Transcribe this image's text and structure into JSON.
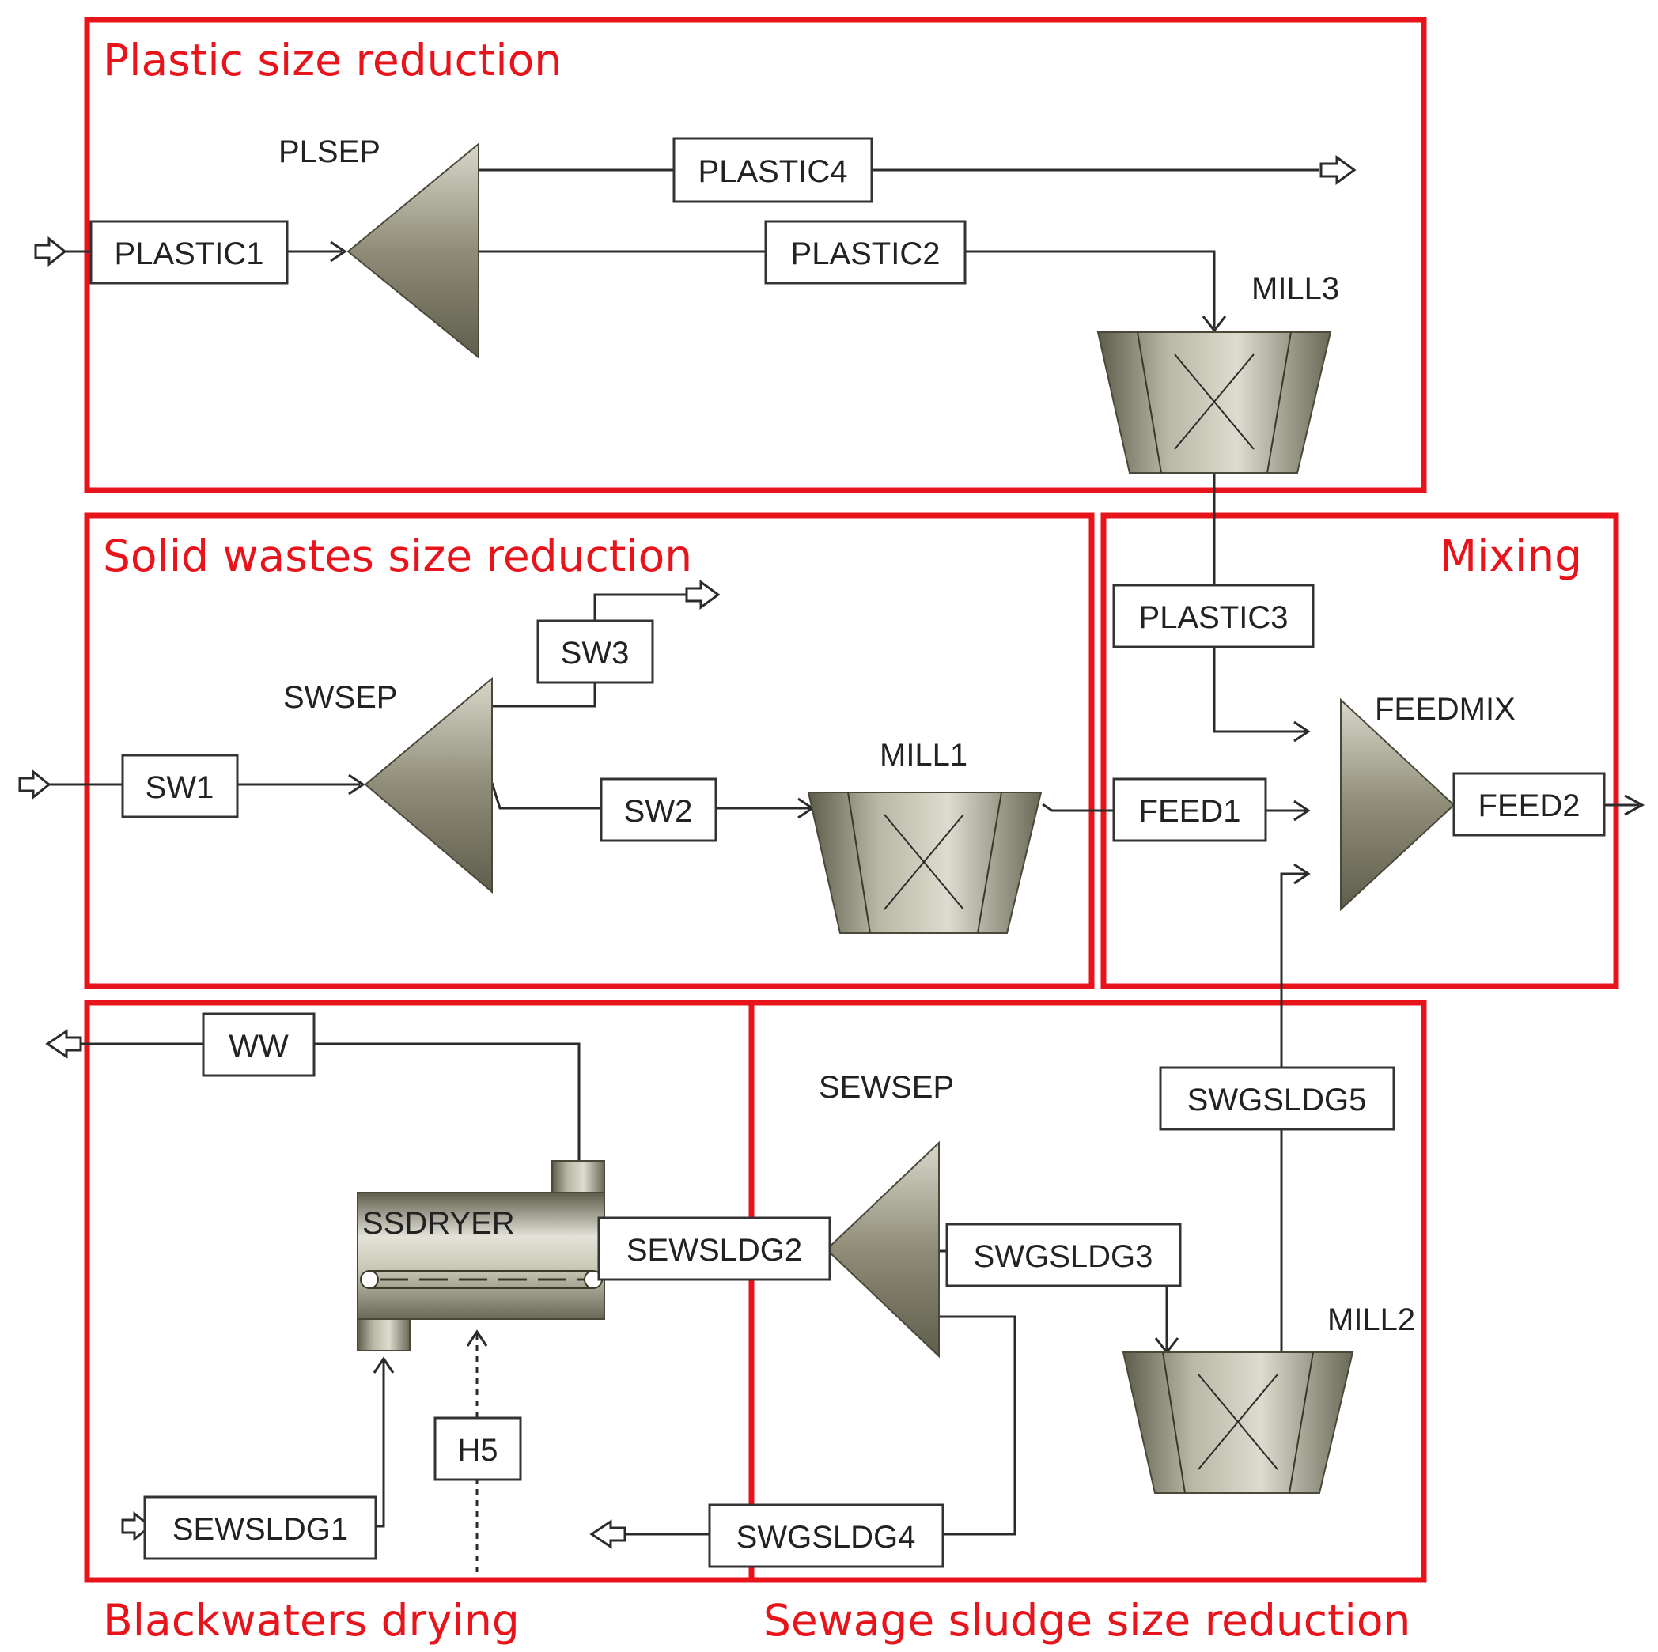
{
  "sections": {
    "plastic": "Plastic size reduction",
    "solid": "Solid wastes size reduction",
    "mixing": "Mixing",
    "drying": "Blackwaters drying",
    "sewage": "Sewage sludge size reduction"
  },
  "equipment": {
    "plsep": "PLSEP",
    "mill3": "MILL3",
    "swsep": "SWSEP",
    "mill1": "MILL1",
    "feedmix": "FEEDMIX",
    "sewsep": "SEWSEP",
    "mill2": "MILL2",
    "ssdryer": "SSDRYER"
  },
  "streams": {
    "plastic1": "PLASTIC1",
    "plastic2": "PLASTIC2",
    "plastic3": "PLASTIC3",
    "plastic4": "PLASTIC4",
    "sw1": "SW1",
    "sw2": "SW2",
    "sw3": "SW3",
    "feed1": "FEED1",
    "feed2": "FEED2",
    "ww": "WW",
    "sewsldg1": "SEWSLDG1",
    "sewsldg2": "SEWSLDG2",
    "swgsldg3": "SWGSLDG3",
    "swgsldg4": "SWGSLDG4",
    "swgsldg5": "SWGSLDG5",
    "h5": "H5"
  },
  "colors": {
    "section_frame": "#e8141c",
    "equipment_fill": "#9c9a86",
    "line": "#2b2b2b"
  }
}
